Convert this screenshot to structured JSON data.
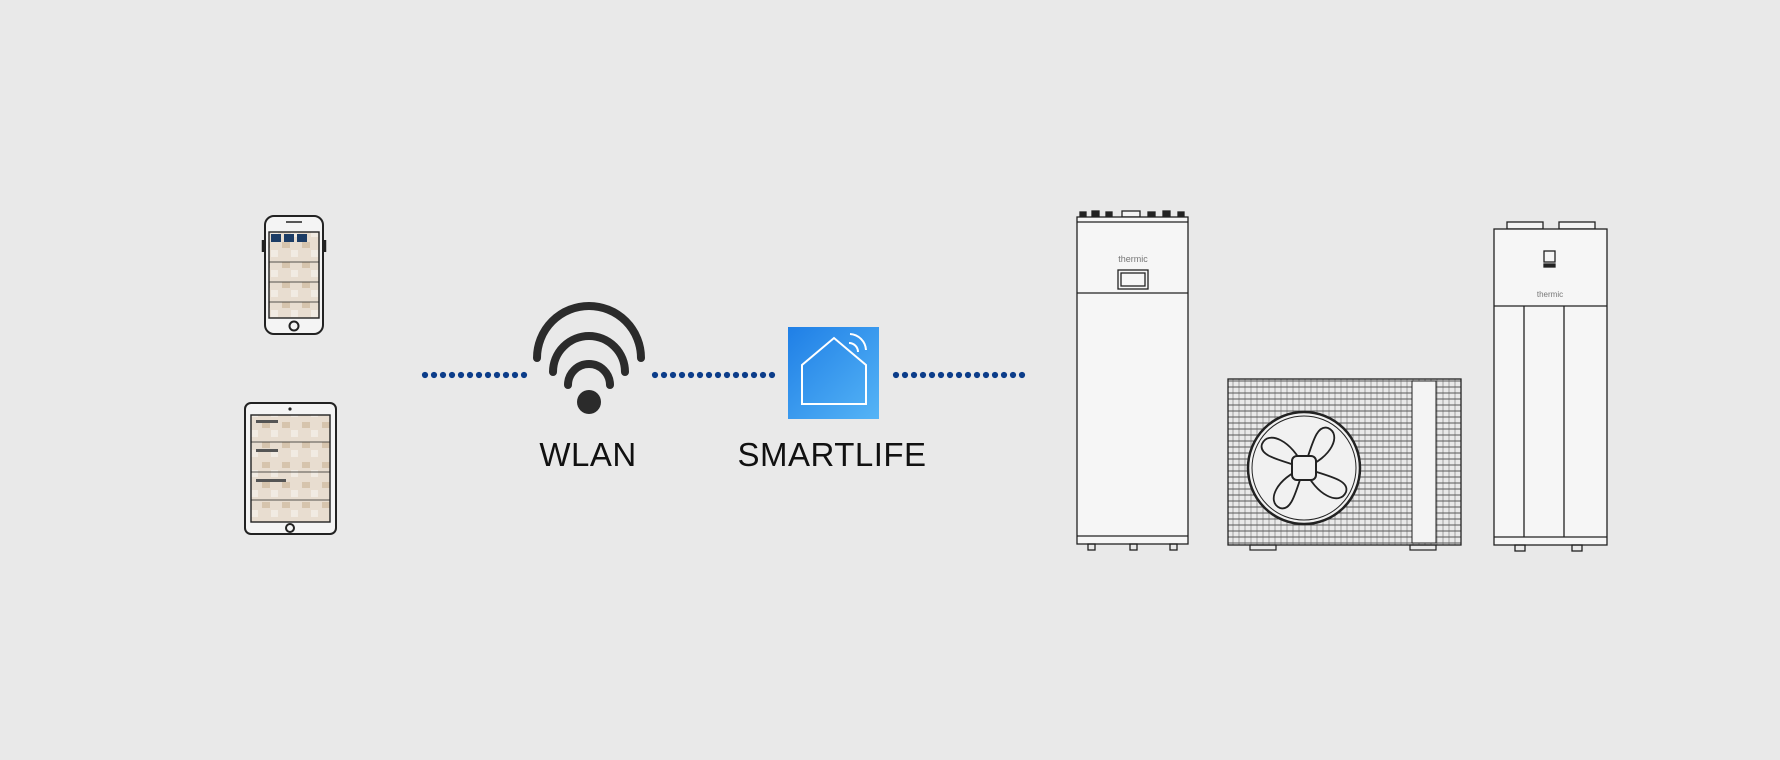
{
  "nodes": {
    "wlan": {
      "label": "WLAN"
    },
    "smartlife": {
      "label": "SMARTLIFE"
    }
  },
  "devices": {
    "indoor_unit_brand": "thermic",
    "dhw_tank_brand": "thermic"
  },
  "colors": {
    "background": "#e9e9e9",
    "connector_dots": "#0c3d8a",
    "app_icon_top": "#1f7fe6",
    "app_icon_bottom": "#55b4f6",
    "line_art": "#222222"
  },
  "icons": {
    "phone": "smartphone-icon",
    "tablet": "tablet-icon",
    "wifi": "wifi-icon",
    "app": "smart-home-app-icon"
  }
}
